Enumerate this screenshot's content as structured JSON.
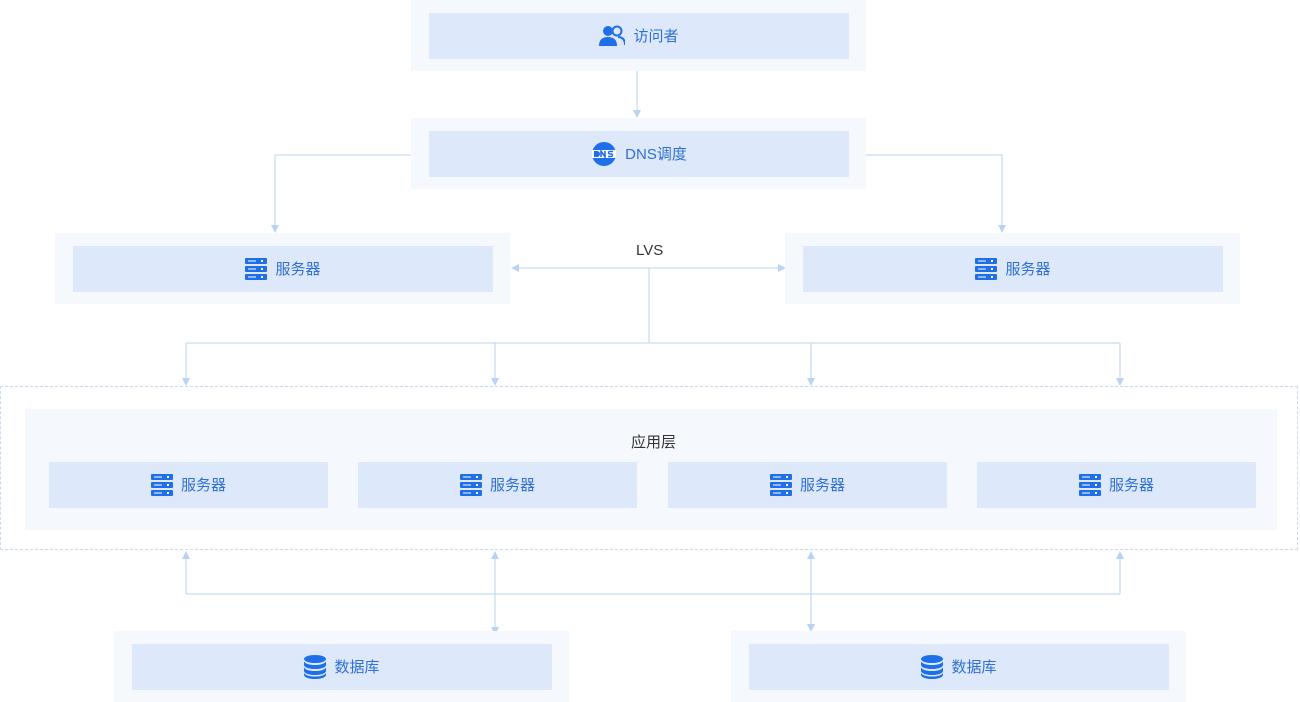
{
  "visitor": {
    "label": "访问者",
    "icon": "users-icon"
  },
  "dns": {
    "label": "DNS调度",
    "icon": "dns-icon"
  },
  "lvs": {
    "label": "LVS"
  },
  "lvs_servers": [
    {
      "label": "服务器",
      "icon": "server-icon"
    },
    {
      "label": "服务器",
      "icon": "server-icon"
    }
  ],
  "app_layer": {
    "title": "应用层",
    "servers": [
      {
        "label": "服务器",
        "icon": "server-icon"
      },
      {
        "label": "服务器",
        "icon": "server-icon"
      },
      {
        "label": "服务器",
        "icon": "server-icon"
      },
      {
        "label": "服务器",
        "icon": "server-icon"
      }
    ]
  },
  "databases": [
    {
      "label": "数据库",
      "icon": "database-icon"
    },
    {
      "label": "数据库",
      "icon": "database-icon"
    }
  ],
  "colors": {
    "accent": "#1e6fe8",
    "box_fill": "#dde8fb",
    "box_outer": "#f5f8fd",
    "connector": "#b9d3f0",
    "label_text": "#2f6fd6"
  }
}
